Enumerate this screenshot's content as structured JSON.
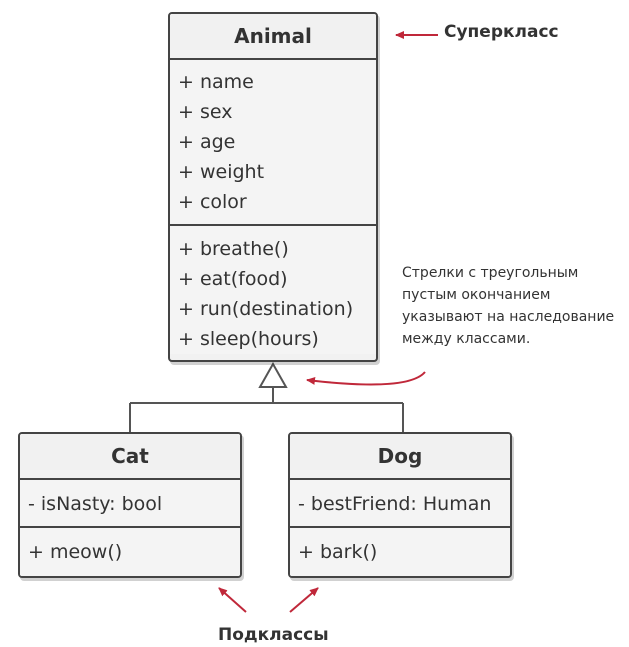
{
  "superclass": {
    "name": "Animal",
    "attributes": [
      "+ name",
      "+ sex",
      "+ age",
      "+ weight",
      "+ color"
    ],
    "operations": [
      "+ breathe()",
      "+ eat(food)",
      "+ run(destination)",
      "+ sleep(hours)"
    ]
  },
  "subclasses": [
    {
      "name": "Cat",
      "attributes": [
        "- isNasty: bool"
      ],
      "operations": [
        "+ meow()"
      ]
    },
    {
      "name": "Dog",
      "attributes": [
        "- bestFriend: Human"
      ],
      "operations": [
        "+ bark()"
      ]
    }
  ],
  "labels": {
    "superclass": "Суперкласс",
    "subclasses": "Подклассы",
    "inheritance_note": [
      "Стрелки с треугольным",
      "пустым окончанием",
      "указывают на наследование",
      "между классами."
    ]
  },
  "colors": {
    "box_border": "#444444",
    "box_fill": "#f1f1f1",
    "text": "#333333",
    "accent_arrow": "#c0283a"
  }
}
